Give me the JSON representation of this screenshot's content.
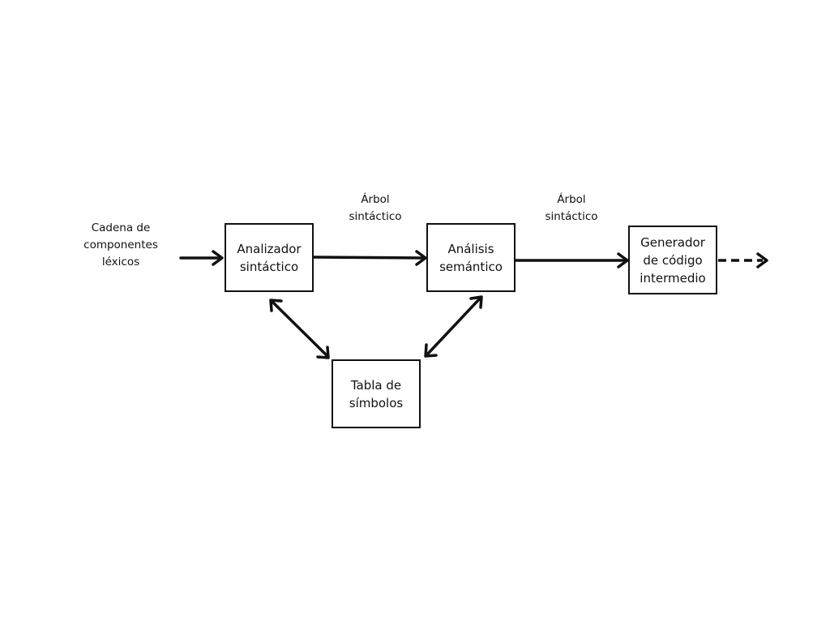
{
  "diagram": {
    "nodes": {
      "parser": {
        "label": "Analizador\nsintáctico"
      },
      "semantic": {
        "label": "Análisis\nsemántico"
      },
      "codegen": {
        "label": "Generador\nde código\nintermedio"
      },
      "symbols": {
        "label": "Tabla de\nsímbolos"
      }
    },
    "labels": {
      "input": "Cadena de\ncomponentes\nléxicos",
      "tree_1": "Árbol\nsintáctico",
      "tree_2": "Árbol\nsintáctico"
    },
    "edges": [
      {
        "from": "input",
        "to": "parser",
        "style": "solid",
        "direction": "forward"
      },
      {
        "from": "parser",
        "to": "semantic",
        "style": "solid",
        "direction": "forward"
      },
      {
        "from": "semantic",
        "to": "codegen",
        "style": "solid",
        "direction": "forward"
      },
      {
        "from": "codegen",
        "to": "output",
        "style": "dashed",
        "direction": "forward"
      },
      {
        "from": "parser",
        "to": "symbols",
        "style": "solid",
        "direction": "both"
      },
      {
        "from": "semantic",
        "to": "symbols",
        "style": "solid",
        "direction": "both"
      }
    ],
    "colors": {
      "stroke": "#111111",
      "background": "#ffffff"
    }
  }
}
